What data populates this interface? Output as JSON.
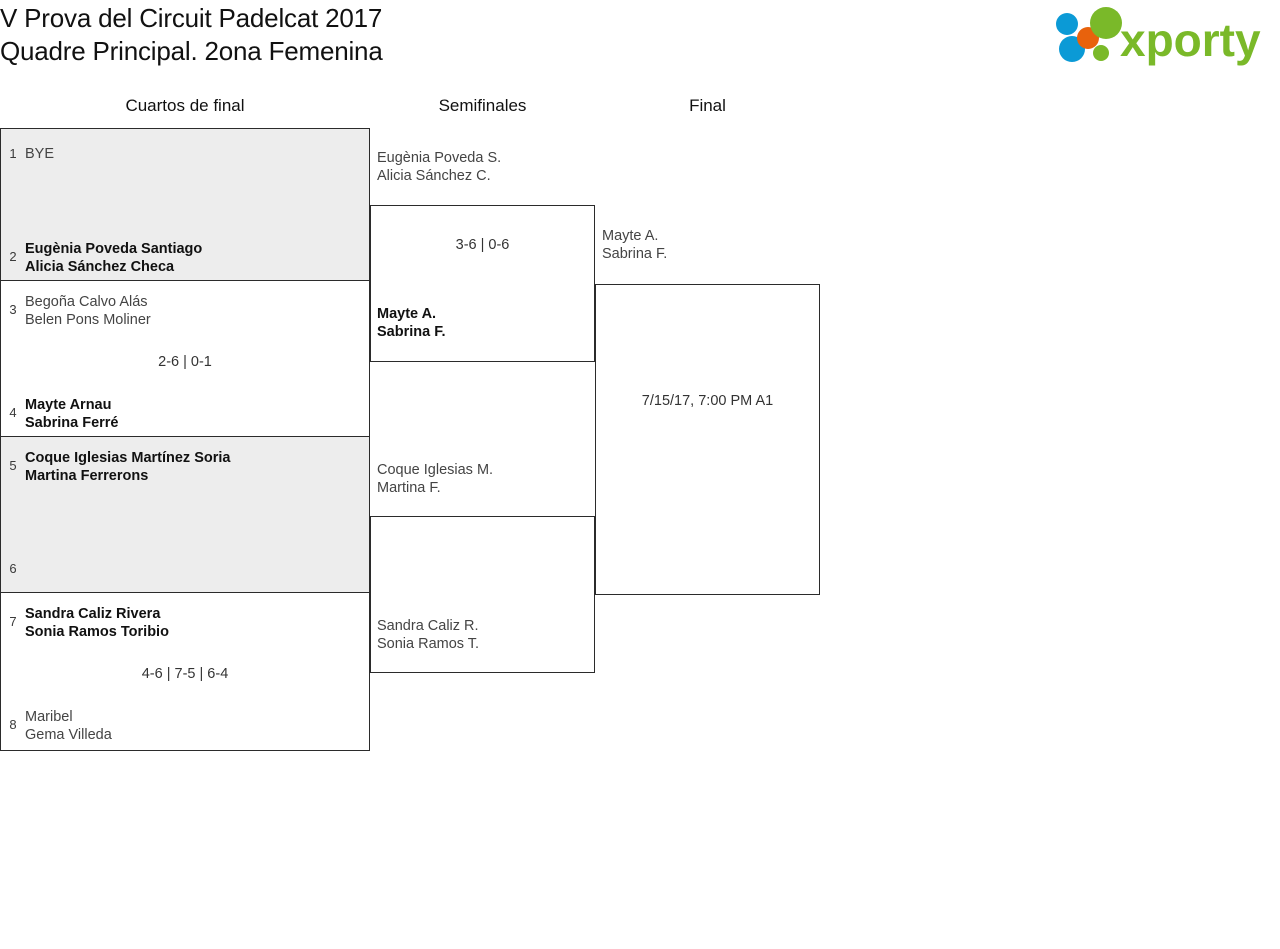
{
  "header": {
    "title_line1": "V Prova del Circuit Padelcat 2017",
    "title_line2": "Quadre Principal. 2ona Femenina",
    "logo_text": "xporty",
    "logo_colors": {
      "green": "#7ab929",
      "blue": "#0b9ad6",
      "orange": "#e8620c"
    }
  },
  "rounds": {
    "quarterfinals_label": "Cuartos de final",
    "semifinals_label": "Semifinales",
    "final_label": "Final"
  },
  "quarterfinals": [
    {
      "seed_top": "1",
      "top_line1": "BYE",
      "top_line2": "",
      "top_winner": false,
      "seed_bottom": "2",
      "bottom_line1": "Eugènia Poveda Santiago",
      "bottom_line2": "Alicia Sánchez Checa",
      "bottom_winner": true,
      "score": ""
    },
    {
      "seed_top": "3",
      "top_line1": "Begoña Calvo Alás",
      "top_line2": "Belen Pons Moliner",
      "top_winner": false,
      "seed_bottom": "4",
      "bottom_line1": "Mayte Arnau",
      "bottom_line2": "Sabrina Ferré",
      "bottom_winner": true,
      "score": "2-6 | 0-1"
    },
    {
      "seed_top": "5",
      "top_line1": "Coque Iglesias Martínez Soria",
      "top_line2": "Martina Ferrerons",
      "top_winner": true,
      "seed_bottom": "6",
      "bottom_line1": "",
      "bottom_line2": "",
      "bottom_winner": false,
      "score": ""
    },
    {
      "seed_top": "7",
      "top_line1": "Sandra Caliz Rivera",
      "top_line2": "Sonia Ramos Toribio",
      "top_winner": true,
      "seed_bottom": "8",
      "bottom_line1": "Maribel",
      "bottom_line2": "Gema Villeda",
      "bottom_winner": false,
      "score": "4-6 | 7-5 | 6-4"
    }
  ],
  "semifinals": [
    {
      "top_line1": "Eugènia Poveda S.",
      "top_line2": "Alicia Sánchez C.",
      "top_winner": false,
      "bottom_line1": "Mayte A.",
      "bottom_line2": "Sabrina F.",
      "bottom_winner": true,
      "score": "3-6 | 0-6"
    },
    {
      "top_line1": "Coque Iglesias M.",
      "top_line2": "Martina F.",
      "top_winner": false,
      "bottom_line1": "Sandra Caliz R.",
      "bottom_line2": "Sonia Ramos T.",
      "bottom_winner": false,
      "score": ""
    }
  ],
  "final": {
    "top_line1": "Mayte A.",
    "top_line2": "Sabrina F.",
    "top_winner": false,
    "bottom_line1": "",
    "bottom_line2": "",
    "bottom_winner": false,
    "schedule": "7/15/17, 7:00 PM A1"
  }
}
